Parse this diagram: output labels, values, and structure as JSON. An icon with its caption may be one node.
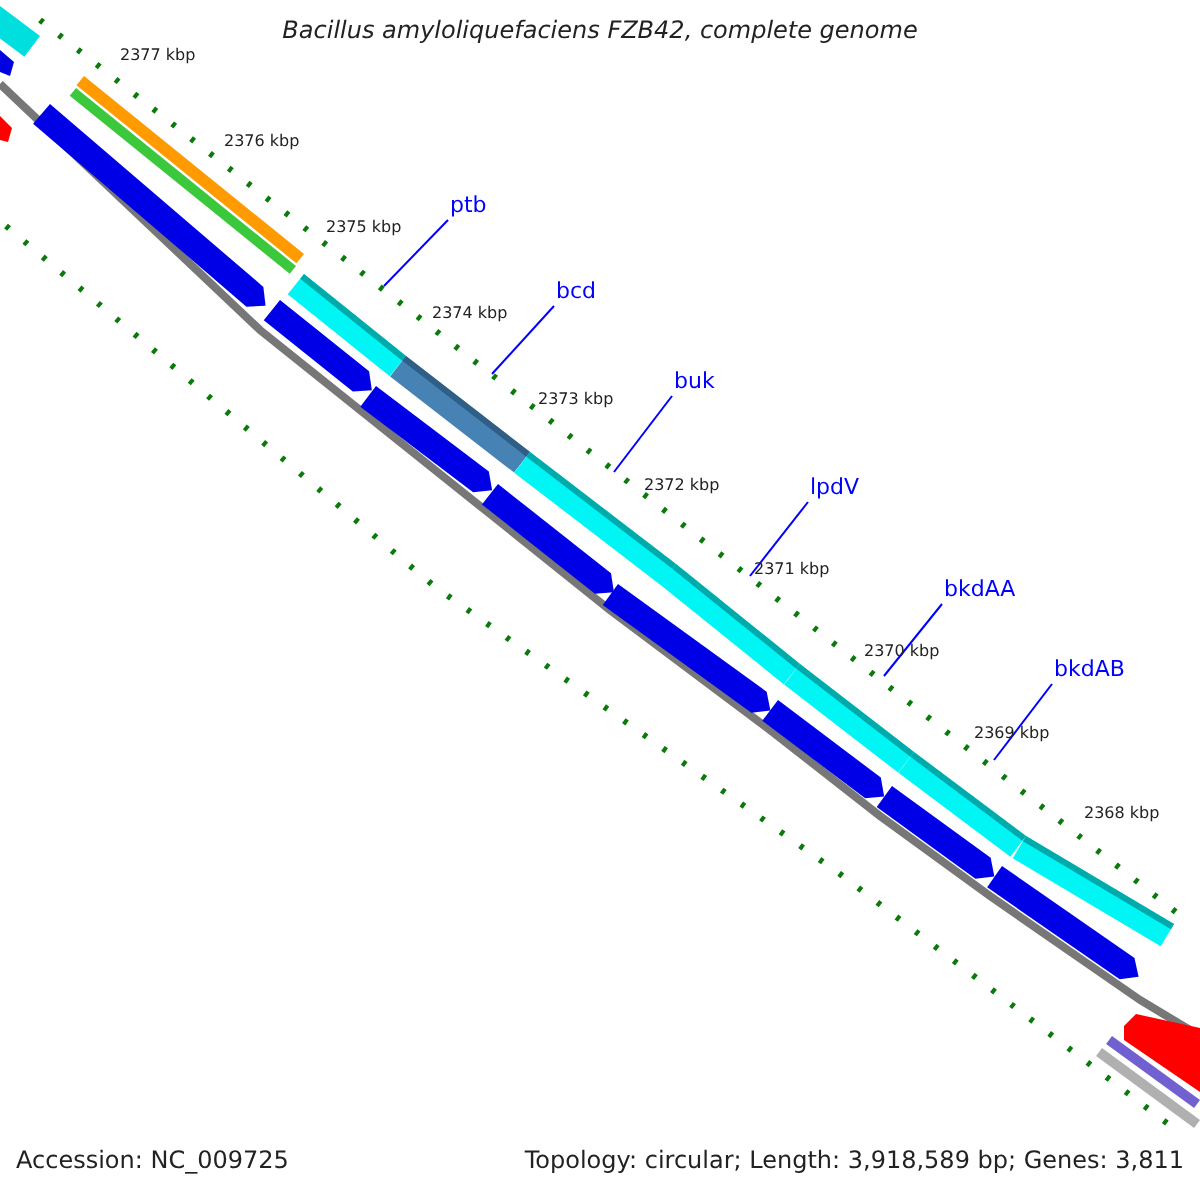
{
  "diagram": {
    "title": "Bacillus amyloliquefaciens FZB42, complete genome",
    "nodes": [
      {
        "text": [
          "ptb"
        ]
      },
      {
        "text": [
          "bcd"
        ]
      },
      {
        "text": [
          "buk"
        ]
      },
      {
        "text": [
          "lpdV"
        ]
      },
      {
        "text": [
          "bkdAA"
        ]
      },
      {
        "text": [
          "bkdAB"
        ]
      },
      {
        "text": [],
        "shape": "bar"
      },
      {
        "text": [],
        "shape": "bar"
      },
      {
        "text": [],
        "shape": "bar"
      },
      {
        "text": [],
        "shape": "bar"
      },
      {
        "text": [],
        "shape": "bar"
      },
      {
        "text": [],
        "shape": "bar"
      },
      {
        "text": [],
        "shape": "bar"
      },
      {
        "text": [],
        "shape": "bar"
      },
      {
        "text": [],
        "shape": "bar"
      },
      {
        "text": [],
        "shape": "bar"
      },
      {
        "text": [],
        "shape": "bar"
      },
      {
        "text": [],
        "shape": "bar"
      },
      {
        "text": [],
        "shape": "bar"
      },
      {
        "text": [],
        "shape": "bar"
      },
      {
        "text": [],
        "shape": "bar"
      },
      {
        "text": [],
        "shape": "bar"
      },
      {
        "text": [],
        "shape": "bar"
      },
      {
        "text": [],
        "shape": "bar"
      },
      {
        "text": [],
        "shape": "bar"
      },
      {
        "text": [],
        "shape": "bar"
      },
      {
        "text": [],
        "shape": "bar"
      },
      {
        "text": [],
        "shape": "bar"
      },
      {
        "text": [],
        "shape": "bar"
      }
    ],
    "edges": [
      {
        "from": 0,
        "to": 6,
        "arrow": "none"
      },
      {
        "from": 1,
        "to": 7,
        "arrow": "none"
      },
      {
        "from": 2,
        "to": 8,
        "arrow": "none"
      },
      {
        "from": 3,
        "to": 9,
        "arrow": "none"
      },
      {
        "from": 4,
        "to": 10,
        "arrow": "none"
      },
      {
        "from": 5,
        "to": 11,
        "arrow": "none"
      }
    ],
    "labels": [
      "2377 kbp",
      "2376 kbp",
      "2375 kbp",
      "2374 kbp",
      "2373 kbp",
      "2372 kbp",
      "2371 kbp",
      "2370 kbp",
      "2369 kbp",
      "2368 kbp",
      "Accession: NC_009725",
      "Topology: circular; Length: 3,918,589 bp; Genes: 3,811"
    ]
  }
}
